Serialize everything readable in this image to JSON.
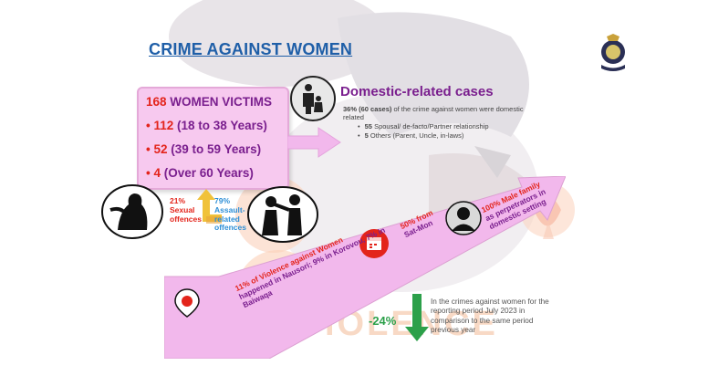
{
  "title": "CRIME AGAINST WOMEN",
  "victims": {
    "total_number": "168",
    "total_label": "WOMEN VICTIMS",
    "groups": [
      {
        "count": "112",
        "range": "(18 to 38 Years)"
      },
      {
        "count": "52",
        "range": "(39 to 59 Years)"
      },
      {
        "count": "4",
        "range": "(Over 60 Years)"
      }
    ],
    "bullet": "•"
  },
  "offences": {
    "sexual_pct": "21%",
    "sexual_label_1": "Sexual",
    "sexual_label_2": "offences",
    "assault_pct": "79%",
    "assault_label_1": "Assault-",
    "assault_label_2": "related",
    "assault_label_3": "offences"
  },
  "domestic": {
    "title": "Domestic-related cases",
    "summary_bold": "36% (60 cases)",
    "summary_rest": " of the crime against women were domestic related",
    "items": [
      {
        "bold": "55",
        "text": " Spousal/ de-facto/Partner relationship"
      },
      {
        "bold": "5",
        "text": " Others (Parent, Uncle, in-laws)"
      }
    ]
  },
  "arrow_banner": {
    "perpetrators_1": "100% Male family",
    "perpetrators_2": "as perpetrators in",
    "perpetrators_3": "domestic setting",
    "days_1": "50% from",
    "days_2": "Sat-Mon",
    "location_1": "11% of Violence against Women",
    "location_2": "happened in Nausori; 9% in Korovou, 7% in",
    "location_3": "Baiwaqa"
  },
  "trend": {
    "change": "-24%",
    "description": "In the crimes against women for the reporting period July 2023 in comparison to the same period previous year"
  },
  "watermark": "STOP VIOLENCE",
  "colors": {
    "title": "#1f5fa8",
    "purple": "#7a1f8e",
    "red": "#e3241b",
    "pink_box": "#f7c9ef",
    "arrow_pink": "#f2b8ec",
    "blue": "#2e8fd6",
    "green": "#2ca04a"
  },
  "icons": [
    "police-badge-icon",
    "family-icon",
    "woman-silhouette-icon",
    "assault-silhouette-icon",
    "calendar-icon",
    "man-head-icon",
    "location-pin-icon",
    "down-arrow-icon"
  ]
}
